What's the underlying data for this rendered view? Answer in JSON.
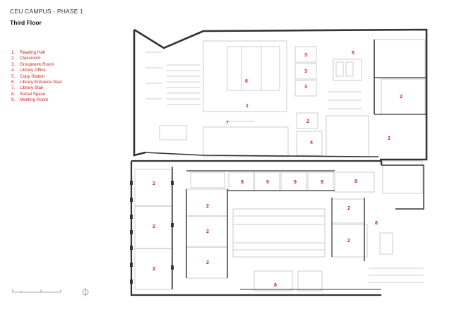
{
  "header": {
    "title": "CEU CAMPUS - PHASE 1",
    "subtitle": "Third Floor"
  },
  "legend": [
    {
      "num": "1.",
      "label": "Reading Hall"
    },
    {
      "num": "2.",
      "label": "Classroom"
    },
    {
      "num": "3.",
      "label": "Groupwork Room"
    },
    {
      "num": "4.",
      "label": "Library Office"
    },
    {
      "num": "5.",
      "label": "Copy Station"
    },
    {
      "num": "6.",
      "label": "Library Entrance Stair"
    },
    {
      "num": "7.",
      "label": "Library Stair"
    },
    {
      "num": "8.",
      "label": "Social Space"
    },
    {
      "num": "9.",
      "label": "Meeting Room"
    }
  ],
  "room_labels": {
    "r1": "1",
    "r2a": "2",
    "r2b": "2",
    "r2c": "2",
    "r2d": "2",
    "r2e": "2",
    "r2f": "2",
    "r2g": "2",
    "r2h": "2",
    "r2i": "2",
    "r2j": "2",
    "r2k": "2",
    "r3a": "3",
    "r3b": "3",
    "r3c": "3",
    "r4": "4",
    "r5": "5",
    "r6": "6",
    "r7": "7",
    "r8a": "8",
    "r8b": "8",
    "r8c": "8",
    "r9a": "9",
    "r9b": "9",
    "r9c": "9",
    "r9d": "9"
  },
  "colors": {
    "label": "#cc2222",
    "wall": "#333333",
    "line": "#9a9a9a"
  }
}
